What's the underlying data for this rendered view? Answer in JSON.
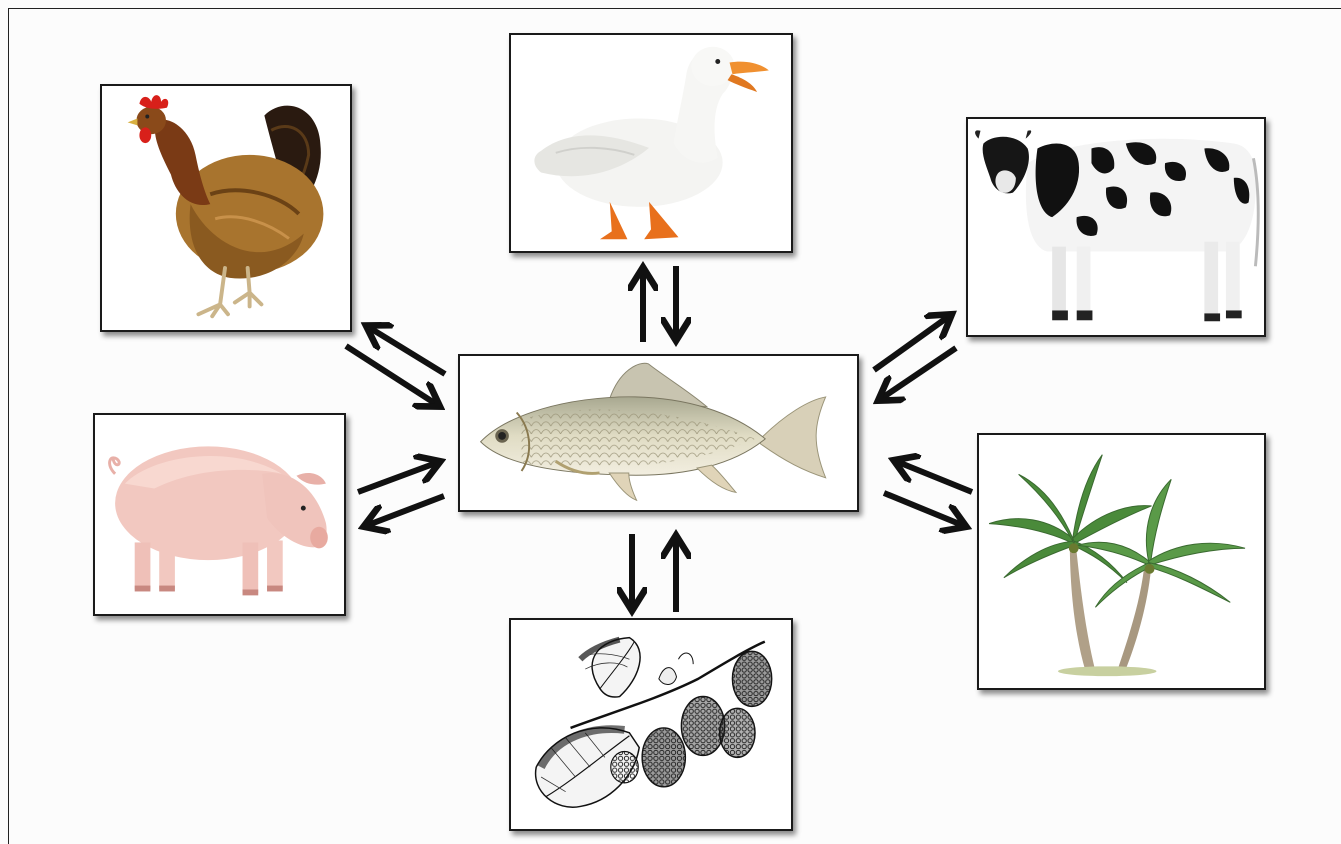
{
  "diagram": {
    "nodes": [
      {
        "id": "fish",
        "label": "fish-image"
      },
      {
        "id": "duck",
        "label": "duck-image"
      },
      {
        "id": "chicken",
        "label": "chicken-image"
      },
      {
        "id": "cow",
        "label": "cow-image"
      },
      {
        "id": "pig",
        "label": "pig-image"
      },
      {
        "id": "palm",
        "label": "palm-tree-image"
      },
      {
        "id": "mulberry",
        "label": "mulberry-image"
      }
    ],
    "links": [
      {
        "source": "fish",
        "target": "duck",
        "direction": "bidirectional"
      },
      {
        "source": "fish",
        "target": "chicken",
        "direction": "bidirectional"
      },
      {
        "source": "fish",
        "target": "cow",
        "direction": "bidirectional"
      },
      {
        "source": "fish",
        "target": "pig",
        "direction": "bidirectional"
      },
      {
        "source": "fish",
        "target": "palm",
        "direction": "bidirectional"
      },
      {
        "source": "fish",
        "target": "mulberry",
        "direction": "bidirectional"
      }
    ]
  },
  "colors": {
    "arrow": "#111111",
    "card_border": "#1a1a1a",
    "background": "#fcfcfc"
  }
}
